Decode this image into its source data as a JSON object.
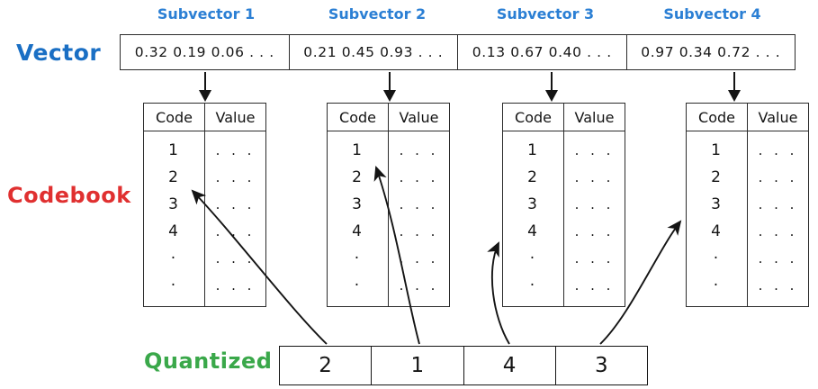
{
  "labels": {
    "vector": "Vector",
    "codebook": "Codebook",
    "quantized": "Quantized"
  },
  "colors": {
    "vector_blue": "#1a6fc4",
    "caption_blue": "#2b7fd4",
    "codebook_red": "#e03030",
    "quantized_green": "#3aa84a",
    "ink": "#141414"
  },
  "subvectors": [
    {
      "caption": "Subvector 1",
      "values": "0.32  0.19  0.06 . . ."
    },
    {
      "caption": "Subvector 2",
      "values": "0.21  0.45  0.93 . . ."
    },
    {
      "caption": "Subvector 3",
      "values": "0.13  0.67  0.40 . . ."
    },
    {
      "caption": "Subvector 4",
      "values": "0.97  0.34  0.72 . . ."
    }
  ],
  "codebook": {
    "headers": [
      "Code",
      "Value"
    ],
    "codes": [
      "1",
      "2",
      "3",
      "4",
      "·",
      "·"
    ],
    "values": [
      ". . .",
      ". . .",
      ". . .",
      ". . .",
      ". . .",
      ". . ."
    ],
    "tables": [
      {
        "selected_code": "2"
      },
      {
        "selected_code": "1"
      },
      {
        "selected_code": "4"
      },
      {
        "selected_code": "3"
      }
    ]
  },
  "quantized": {
    "cells": [
      "2",
      "1",
      "4",
      "3"
    ]
  }
}
